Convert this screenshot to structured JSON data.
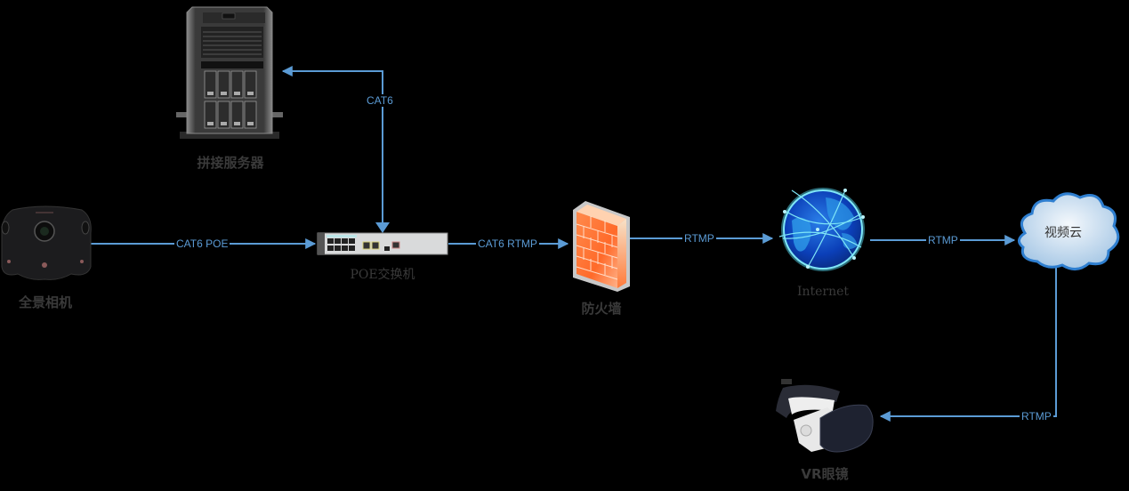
{
  "diagram": {
    "background": "#000000",
    "line_color": "#5b9bd5",
    "nodes": {
      "server": {
        "label": "拼接服务器",
        "icon": "tower-server-icon"
      },
      "camera": {
        "label": "全景相机",
        "icon": "panoramic-camera-icon"
      },
      "switch": {
        "label": "POE交换机",
        "icon": "network-switch-icon"
      },
      "firewall": {
        "label": "防火墙",
        "icon": "firewall-icon"
      },
      "internet": {
        "label": "Internet",
        "icon": "globe-icon"
      },
      "cloud": {
        "label": "视频云",
        "icon": "cloud-icon"
      },
      "vr": {
        "label": "VR眼镜",
        "icon": "vr-headset-icon"
      }
    },
    "edges": [
      {
        "from": "switch",
        "to": "server",
        "label": "CAT6"
      },
      {
        "from": "camera",
        "to": "switch",
        "label": "CAT6 POE"
      },
      {
        "from": "switch",
        "to": "firewall",
        "label": "CAT6 RTMP"
      },
      {
        "from": "firewall",
        "to": "internet",
        "label": "RTMP"
      },
      {
        "from": "internet",
        "to": "cloud",
        "label": "RTMP"
      },
      {
        "from": "cloud",
        "to": "vr",
        "label": "RTMP"
      }
    ]
  }
}
